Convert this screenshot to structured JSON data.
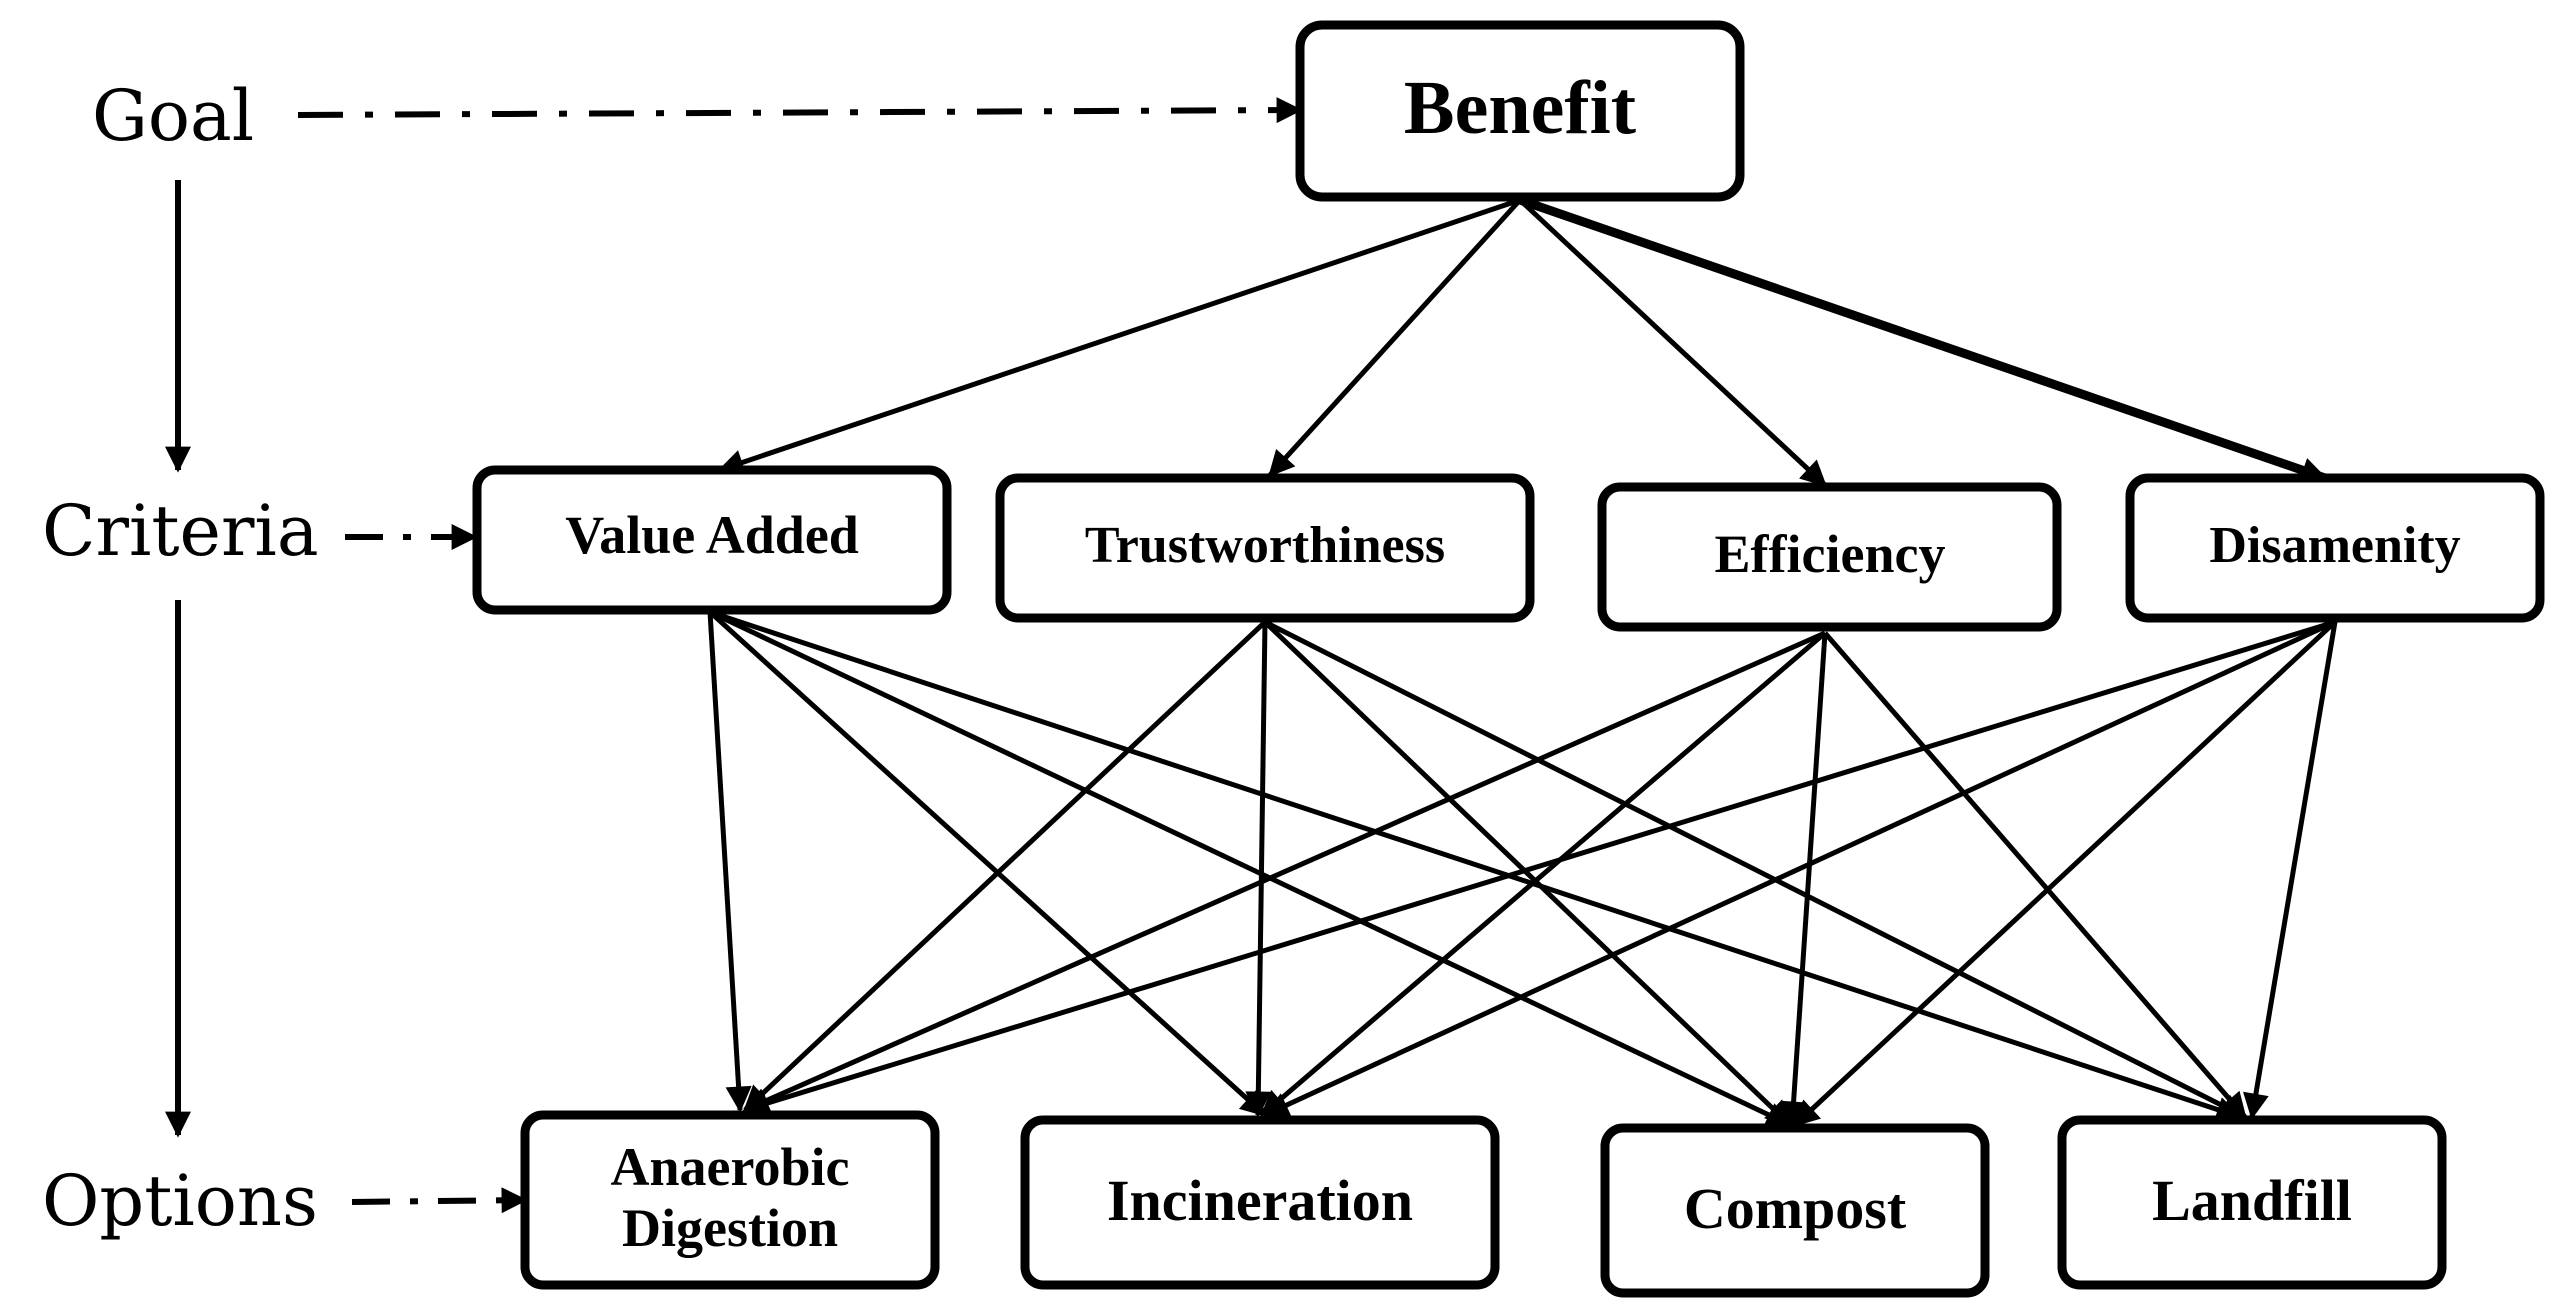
{
  "levels": {
    "goal": "Goal",
    "criteria": "Criteria",
    "options": "Options"
  },
  "goal_node": {
    "label": "Benefit"
  },
  "criteria_nodes": [
    {
      "label": "Value Added"
    },
    {
      "label": "Trustworthiness"
    },
    {
      "label": "Efficiency"
    },
    {
      "label": "Disamenity"
    }
  ],
  "option_nodes": [
    {
      "label": "Anaerobic Digestion",
      "line1": "Anaerobic",
      "line2": "Digestion"
    },
    {
      "label": "Incineration"
    },
    {
      "label": "Compost"
    },
    {
      "label": "Landfill"
    }
  ],
  "colors": {
    "stroke": "#000000",
    "background": "#ffffff",
    "text": "#000000"
  }
}
